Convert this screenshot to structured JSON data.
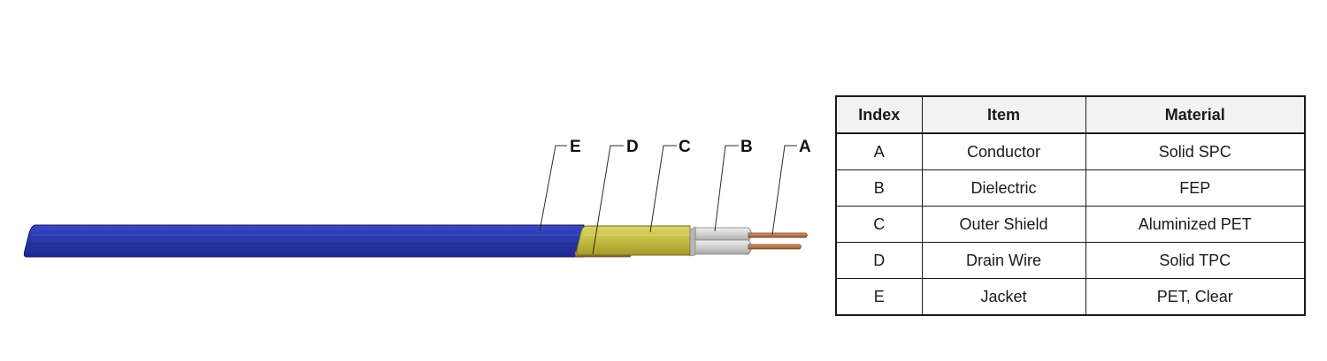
{
  "callouts": {
    "a": "A",
    "b": "B",
    "c": "C",
    "d": "D",
    "e": "E"
  },
  "table": {
    "headers": {
      "index": "Index",
      "item": "Item",
      "material": "Material"
    },
    "rows": [
      {
        "index": "A",
        "item": "Conductor",
        "material": "Solid SPC"
      },
      {
        "index": "B",
        "item": "Dielectric",
        "material": "FEP"
      },
      {
        "index": "C",
        "item": "Outer Shield",
        "material": "Aluminized PET"
      },
      {
        "index": "D",
        "item": "Drain Wire",
        "material": "Solid TPC"
      },
      {
        "index": "E",
        "item": "Jacket",
        "material": "PET, Clear"
      }
    ]
  },
  "colors": {
    "jacket": "#2a3aa8",
    "shield": "#c8c24a",
    "dielectric": "#c9c9c9",
    "conductor": "#c07a4a"
  }
}
